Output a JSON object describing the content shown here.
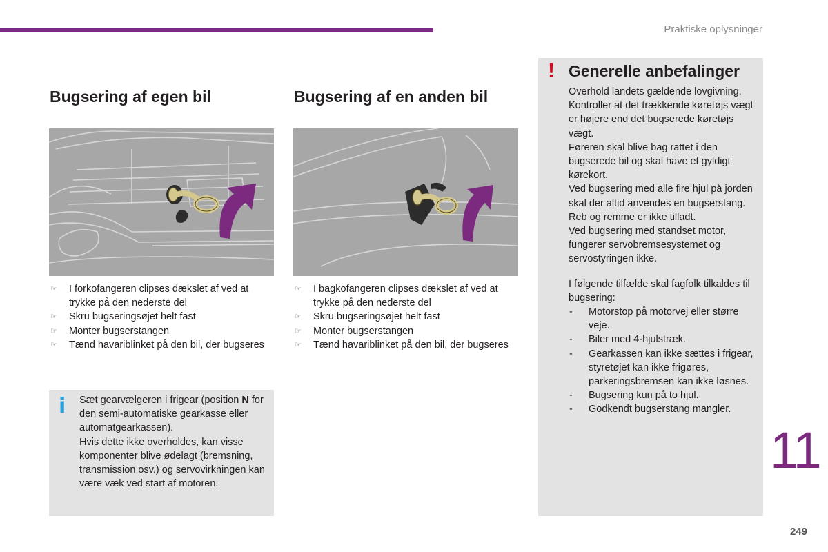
{
  "header": {
    "section_title": "Praktiske oplysninger",
    "accent_color": "#7b2a7f"
  },
  "left": {
    "title": "Bugsering af egen bil",
    "steps": [
      "I forkofangeren clipses dækslet af ved at trykke på den nederste del",
      "Skru bugseringsøjet helt fast",
      "Monter bugserstangen",
      "Tænd havariblinket på den bil, der bugseres"
    ]
  },
  "middle": {
    "title": "Bugsering af en anden bil",
    "steps": [
      "I bagkofangeren clipses dækslet af ved at trykke på den nederste del",
      "Skru bugseringsøjet helt fast",
      "Monter bugserstangen",
      "Tænd havariblinket på den bil, der bugseres"
    ]
  },
  "info": {
    "icon": "info-icon",
    "icon_color": "#2b9fd9",
    "line1_prefix": "Sæt gearvælgeren i frigear (position ",
    "line1_bold": "N",
    "line1_suffix": " for den semi-automatiske gearkasse eller automatgearkassen).",
    "line2": "Hvis dette ikke overholdes, kan visse komponenter blive ødelagt (bremsning, transmission osv.) og servovirkningen kan være væk ved start af motoren."
  },
  "recommendations": {
    "icon": "warning-icon",
    "icon_color": "#e2001a",
    "title": "Generelle anbefalinger",
    "paragraphs": [
      "Overhold landets gældende lovgivning.",
      "Kontroller at det trækkende køretøjs vægt er højere end det bugserede køretøjs vægt.",
      "Føreren skal blive bag rattet i den bugserede bil og skal have et gyldigt kørekort.",
      "Ved bugsering med alle fire hjul på jorden skal der altid anvendes en bugserstang. Reb og remme er ikke tilladt.",
      "Ved bugsering med standset motor, fungerer servobremsesystemet og servostyringen ikke."
    ],
    "intro": "I følgende tilfælde skal fagfolk tilkaldes til bugsering:",
    "cases": [
      "Motorstop på motorvej eller større veje.",
      "Biler med 4-hjulstræk.",
      "Gearkassen kan ikke sættes i frigear, styretøjet kan ikke frigøres, parkeringsbremsen kan ikke løsnes.",
      "Bugsering kun på to hjul.",
      "Godkendt bugserstang mangler."
    ]
  },
  "footer": {
    "chapter": "11",
    "page": "249"
  }
}
